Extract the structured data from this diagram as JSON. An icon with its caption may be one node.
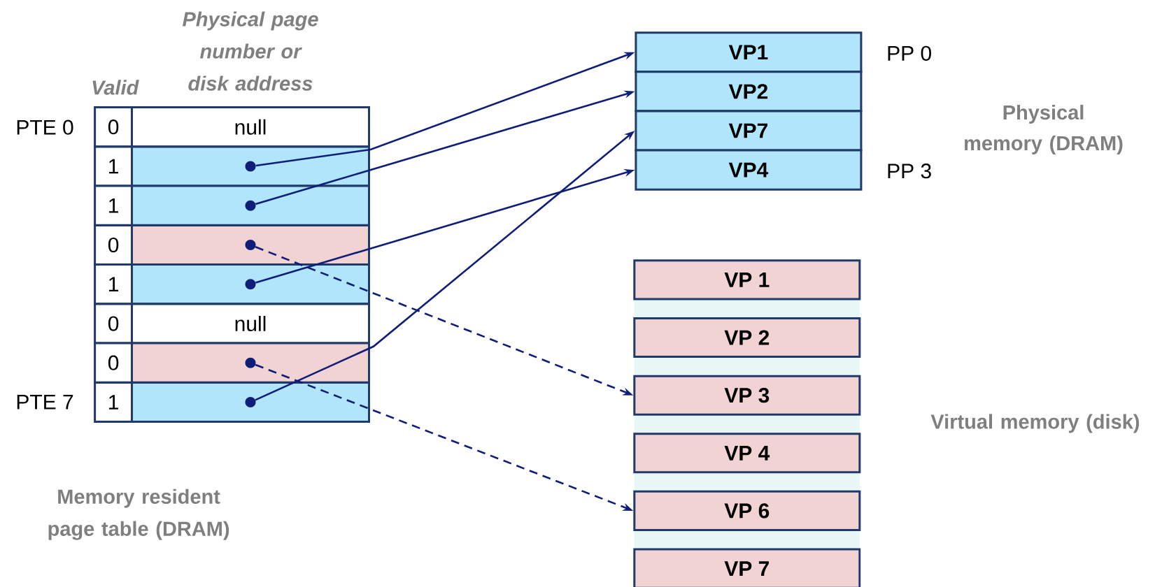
{
  "diagram": {
    "nodes": [
      {
        "text": [
          "0"
        ],
        "beside": [
          "PTE 0"
        ]
      },
      {
        "text": [
          "null"
        ]
      },
      {
        "text": [
          "1"
        ]
      },
      {
        "text": [],
        "shape": "box"
      },
      {
        "text": [],
        "shape": "circle",
        "in": 3
      },
      {
        "text": [
          "1"
        ]
      },
      {
        "text": [],
        "shape": "box"
      },
      {
        "text": [],
        "shape": "circle",
        "in": 6
      },
      {
        "text": [
          "0"
        ]
      },
      {
        "text": [],
        "shape": "box"
      },
      {
        "text": [],
        "shape": "circle",
        "in": 9
      },
      {
        "text": [
          "1"
        ]
      },
      {
        "text": [],
        "shape": "box"
      },
      {
        "text": [],
        "shape": "circle",
        "in": 12
      },
      {
        "text": [
          "0"
        ]
      },
      {
        "text": [
          "null"
        ]
      },
      {
        "text": [
          "0"
        ]
      },
      {
        "text": [],
        "shape": "box"
      },
      {
        "text": [],
        "shape": "circle",
        "in": 17
      },
      {
        "text": [
          "1"
        ],
        "beside": [
          "PTE 7"
        ]
      },
      {
        "text": [],
        "shape": "box"
      },
      {
        "text": [],
        "shape": "circle",
        "in": 20
      },
      {
        "text": [
          "VP1"
        ],
        "beside": [
          "PP 0"
        ]
      },
      {
        "text": [
          "VP2"
        ]
      },
      {
        "text": [
          "VP7"
        ]
      },
      {
        "text": [
          "VP4"
        ],
        "beside": [
          "PP 3"
        ]
      },
      {
        "text": [
          "VP 1"
        ]
      },
      {
        "text": [
          "VP 2"
        ]
      },
      {
        "text": [
          "VP 3"
        ]
      },
      {
        "text": [
          "VP 4"
        ]
      },
      {
        "text": [
          "VP 6"
        ]
      },
      {
        "text": [
          "VP 7"
        ]
      }
    ],
    "edges": [
      {
        "from": 4,
        "to": 22,
        "arrow": "to"
      },
      {
        "from": 7,
        "to": 23,
        "arrow": "to"
      },
      {
        "from": 10,
        "to": 28,
        "arrow": "to",
        "style": "dashed"
      },
      {
        "from": 13,
        "to": 25,
        "arrow": "to"
      },
      {
        "from": 18,
        "to": 30,
        "arrow": "to",
        "style": "dashed"
      },
      {
        "from": 21,
        "to": 24,
        "arrow": "to"
      }
    ],
    "labels": [
      "Valid",
      "Physical page number or disk address",
      "Physical memory (DRAM)",
      "Virtual memory (disk)",
      "Memory resident page table (DRAM)"
    ]
  }
}
